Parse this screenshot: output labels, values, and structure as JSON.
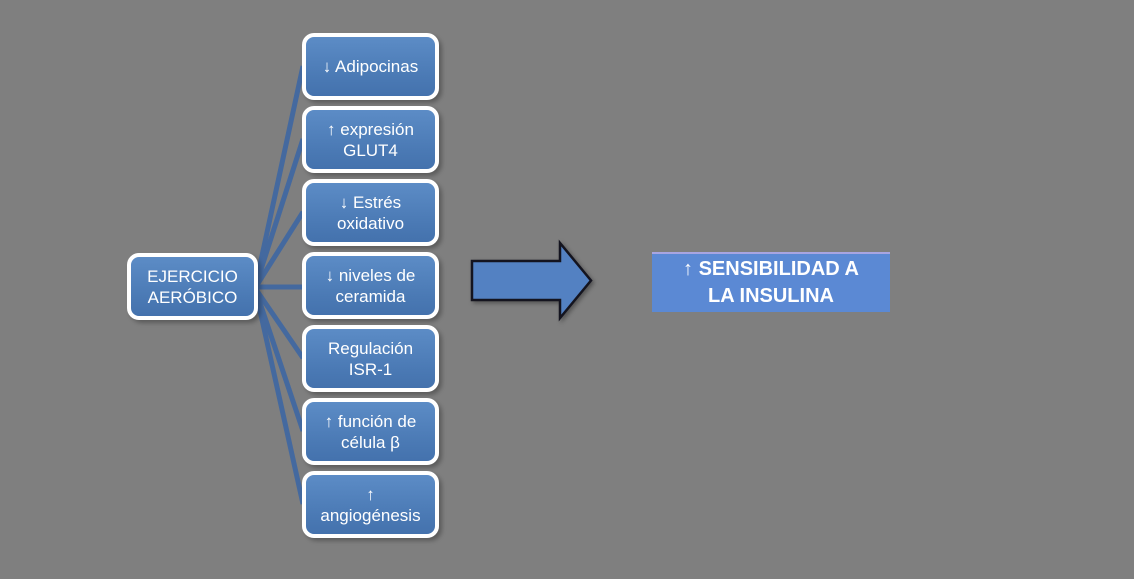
{
  "colors": {
    "background": "#7f7f7f",
    "node_fill": "#4f81bd",
    "node_border": "#ffffff",
    "connector": "#44699f",
    "arrow_fill": "#5381c2",
    "arrow_outline": "#14141f",
    "result_fill": "#5b89d4",
    "text": "#ffffff"
  },
  "source_node": {
    "label": "EJERCICIO\nAERÓBICO"
  },
  "factor_nodes": [
    {
      "label": "↓ Adipocinas"
    },
    {
      "label": "↑ expresión\nGLUT4"
    },
    {
      "label": "↓ Estrés\noxidativo"
    },
    {
      "label": "↓ niveles de\nceramida"
    },
    {
      "label": "Regulación\nISR-1"
    },
    {
      "label": "↑ función de\ncélula β"
    },
    {
      "label": "↑\nangiogénesis"
    }
  ],
  "result_node": {
    "label": "↑ SENSIBILIDAD A\nLA INSULINA"
  }
}
